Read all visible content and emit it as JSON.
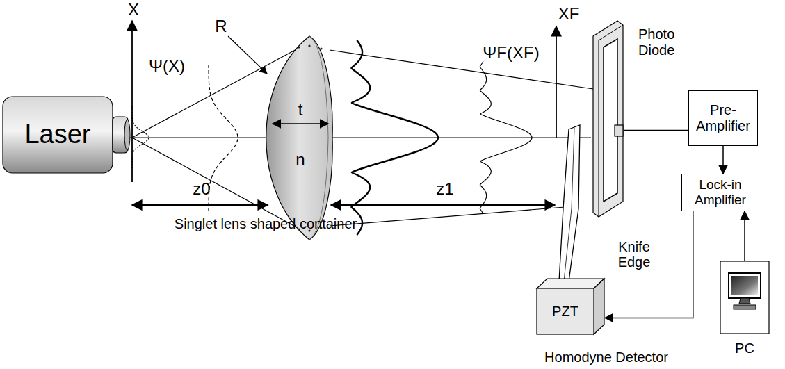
{
  "diagram": {
    "nodes": [
      {
        "text": [
          "Laser"
        ]
      },
      {
        "text": [
          "Photo Diode"
        ]
      },
      {
        "text": [
          "Pre-Amplifier"
        ]
      },
      {
        "text": [
          "Lock-in Amplifier"
        ]
      },
      {
        "text": [
          "PZT"
        ]
      },
      {
        "text": [
          "PC"
        ]
      }
    ],
    "edges": [
      {
        "from": 1,
        "to": 2,
        "arrow": "none"
      },
      {
        "from": 2,
        "to": 3,
        "arrow": "to"
      },
      {
        "from": 3,
        "to": 4,
        "arrow": "to"
      },
      {
        "from": 5,
        "to": 3,
        "arrow": "to"
      }
    ],
    "labels": [
      "X",
      "Ψ(X)",
      "R",
      "t",
      "n",
      "XF",
      "ΨF(XF)",
      "z0",
      "z1",
      "Singlet lens shaped container",
      "Knife Edge",
      "Homodyne Detector"
    ]
  }
}
